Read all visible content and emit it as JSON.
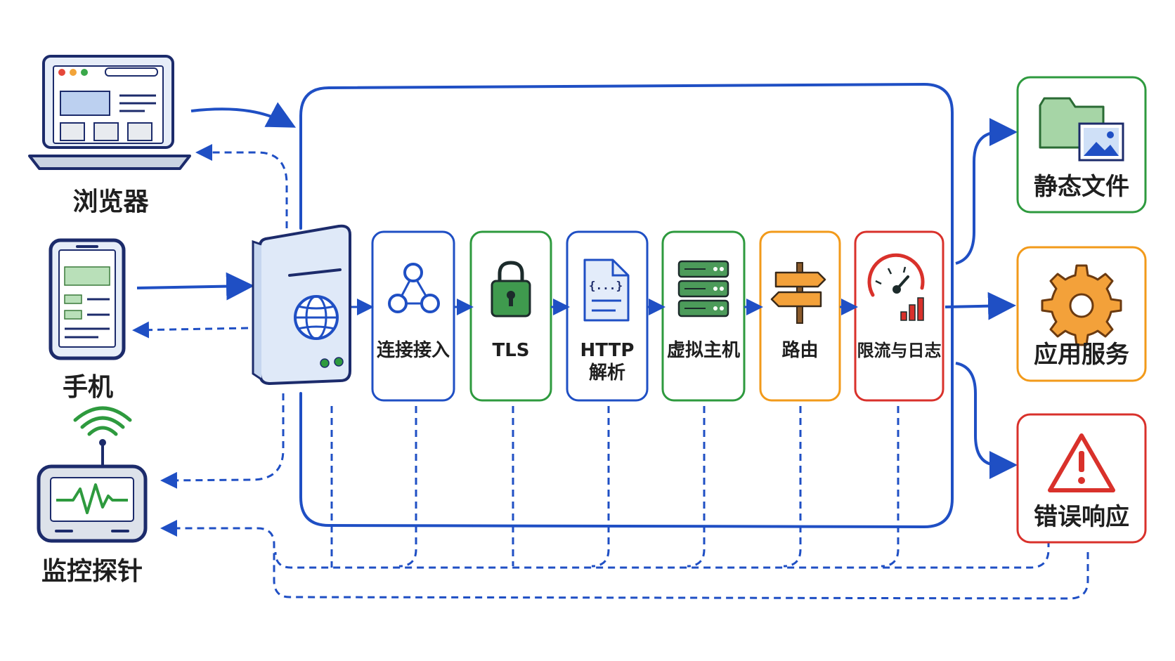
{
  "clients": {
    "browser": "浏览器",
    "phone": "手机",
    "probe": "监控探针"
  },
  "pipeline": {
    "connection": "连接接入",
    "tls": "TLS",
    "http_line1": "HTTP",
    "http_line2": "解析",
    "vhost": "虚拟主机",
    "routing": "路由",
    "ratelimit": "限流与日志"
  },
  "doc_icon_text": "{...}",
  "outputs": {
    "static": "静态文件",
    "app": "应用服务",
    "error": "错误响应"
  },
  "colors": {
    "blue": "#1f4fc4",
    "green": "#2e9a3e",
    "orange": "#f29a1a",
    "red": "#d9312b",
    "navy": "#1c2b6b"
  }
}
